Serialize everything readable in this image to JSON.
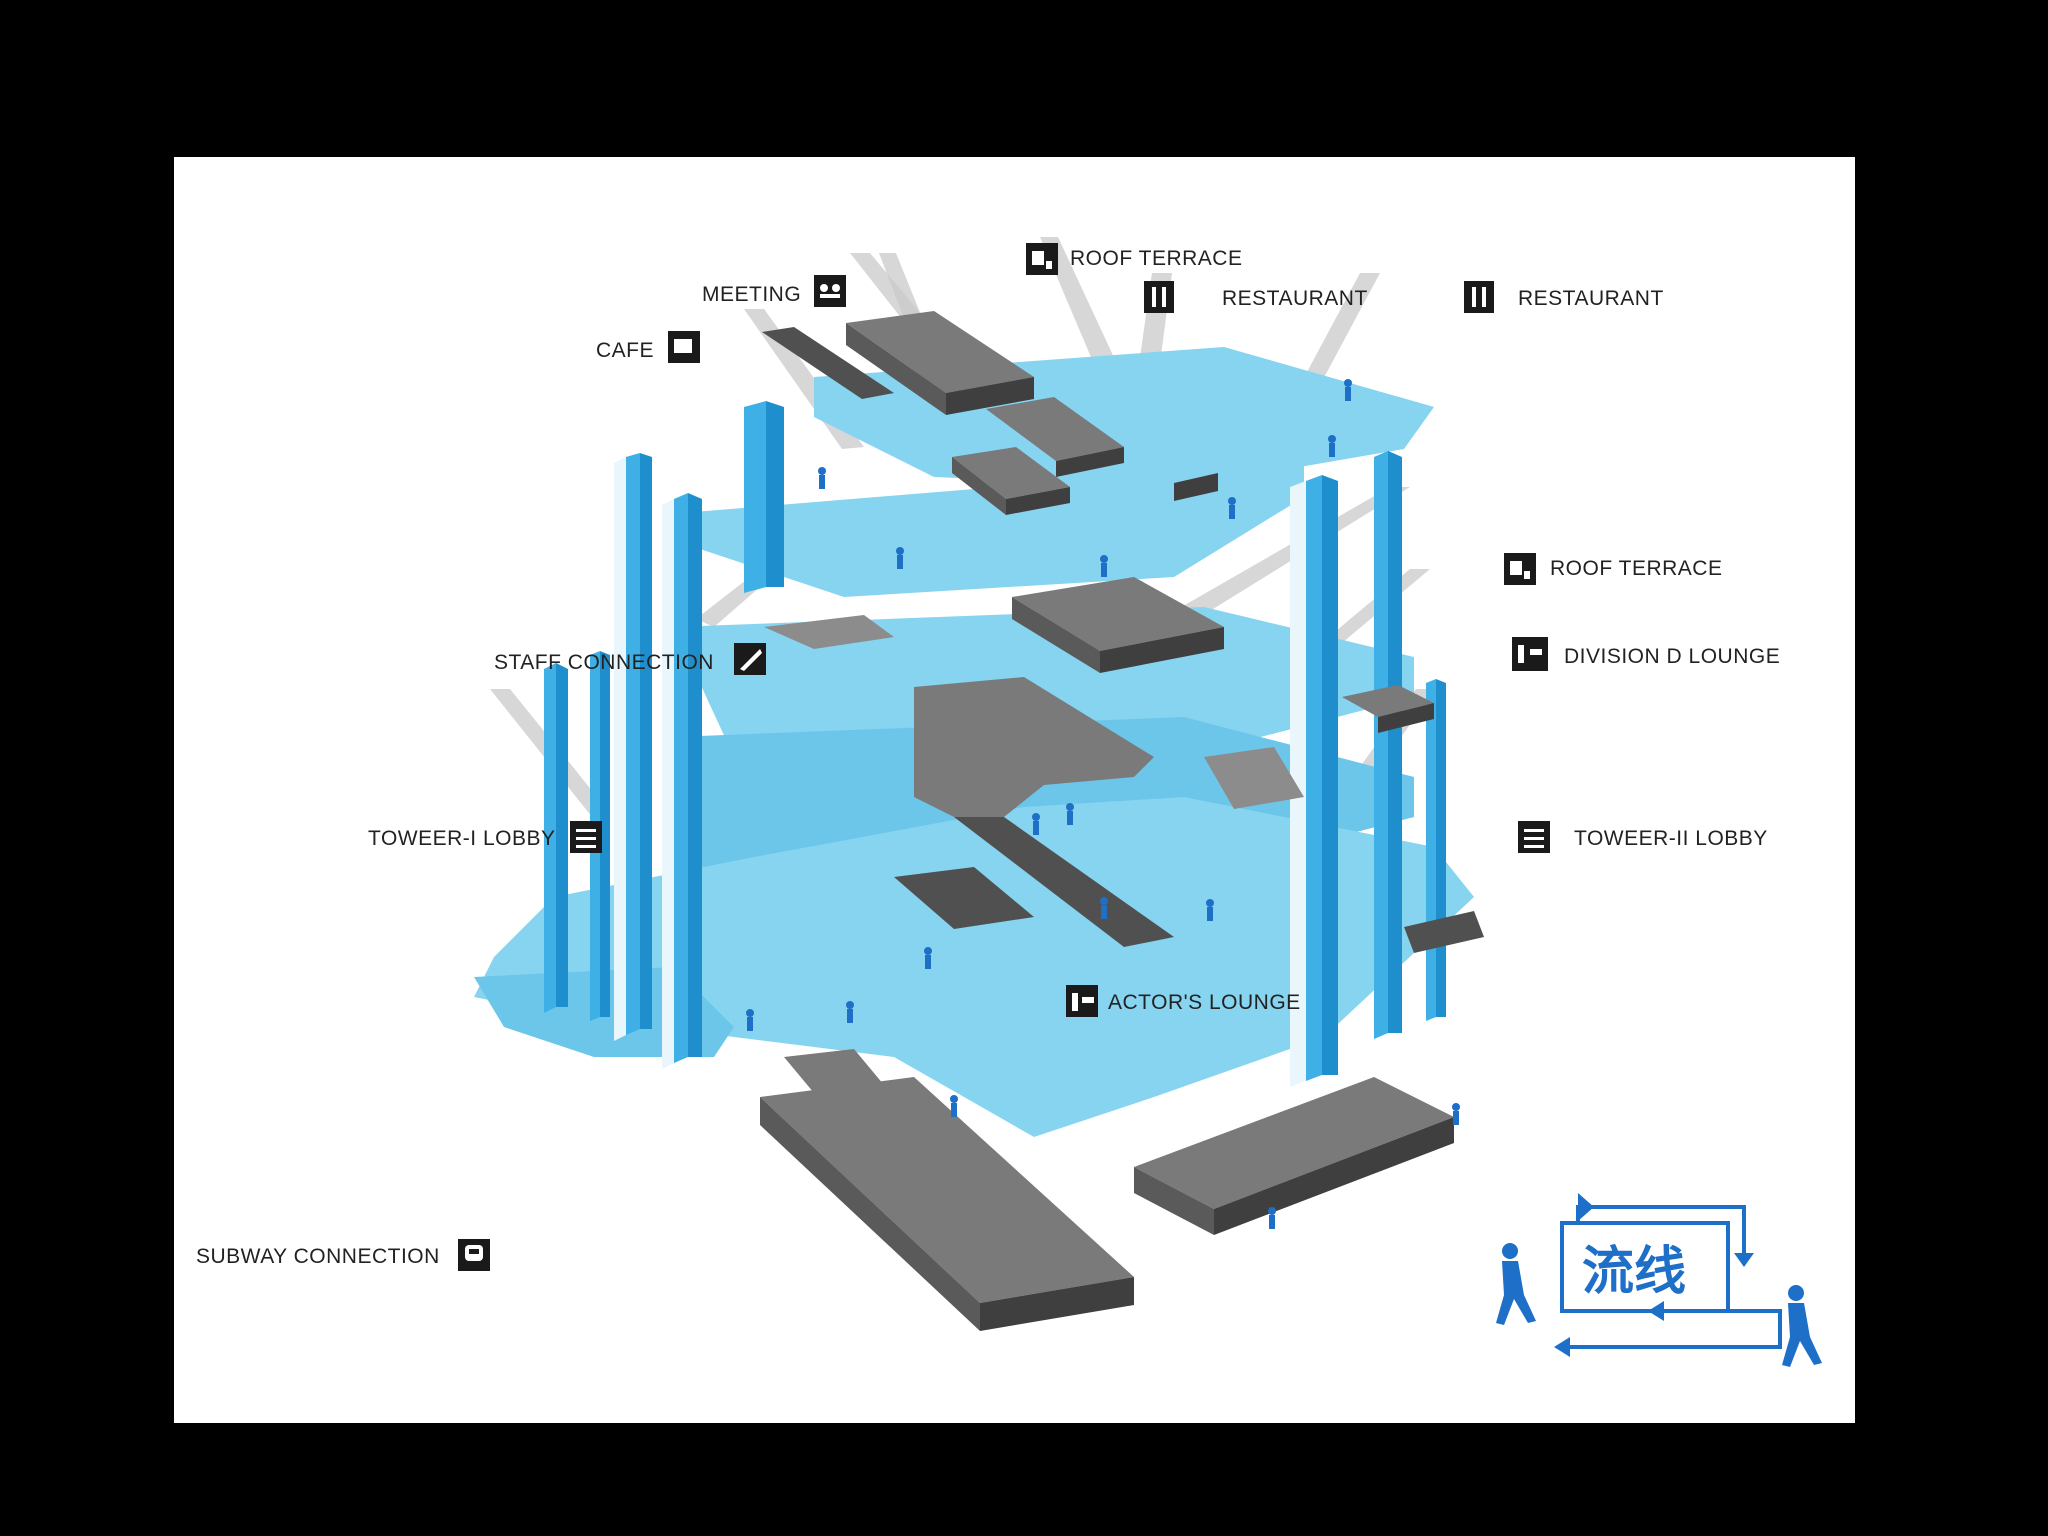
{
  "labels": {
    "meeting": "MEETING",
    "roof_terrace_top": "ROOF TERRACE",
    "restaurant_1": "RESTAURANT",
    "restaurant_2": "RESTAURANT",
    "cafe": "CAFE",
    "roof_terrace_right": "ROOF TERRACE",
    "staff_connection": "STAFF CONNECTION",
    "division_d_lounge": "DIVISION D LOUNGE",
    "tower_1_lobby": "TOWEER-I LOBBY",
    "tower_2_lobby": "TOWEER-II LOBBY",
    "actors_lounge": "ACTOR'S LOUNGE",
    "subway_connection": "SUBWAY CONNECTION"
  },
  "legend": {
    "title": "流线",
    "color": "#1e6fc8"
  },
  "colors": {
    "background": "#000000",
    "canvas": "#ffffff",
    "circulation_blue": "#3fb0e6",
    "floor_blue": "#86d4f0",
    "block_grey": "#7a7a7a"
  },
  "icons": {
    "meeting": "meeting-icon",
    "roof_terrace": "roof-terrace-icon",
    "restaurant": "restaurant-icon",
    "cafe": "cafe-icon",
    "staff_connection": "staff-connection-icon",
    "lounge": "lounge-icon",
    "lobby": "lobby-icon",
    "subway": "subway-icon",
    "walker": "walking-person-icon"
  }
}
